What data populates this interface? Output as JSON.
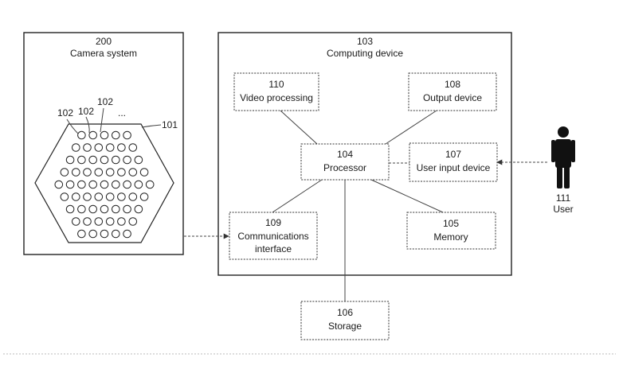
{
  "camera_system": {
    "number": "200",
    "label": "Camera system"
  },
  "computing_device": {
    "number": "103",
    "label": "Computing device"
  },
  "video_processing": {
    "number": "110",
    "label": "Video processing"
  },
  "output_device": {
    "number": "108",
    "label": "Output device"
  },
  "processor": {
    "number": "104",
    "label": "Processor"
  },
  "user_input_device": {
    "number": "107",
    "label": "User input device"
  },
  "communications_interface": {
    "number": "109",
    "label_line1": "Communications",
    "label_line2": "interface"
  },
  "memory": {
    "number": "105",
    "label": "Memory"
  },
  "storage": {
    "number": "106",
    "label": "Storage"
  },
  "user": {
    "number": "111",
    "label": "User"
  },
  "camera_array": {
    "ref_housing": "101",
    "ref_camera_1": "102",
    "ref_camera_2": "102",
    "ref_camera_3": "102",
    "ellipsis": "..."
  },
  "colors": {
    "ink": "#222222",
    "user_figure": "#111111",
    "bottom_rule": "#bbbbbb"
  }
}
